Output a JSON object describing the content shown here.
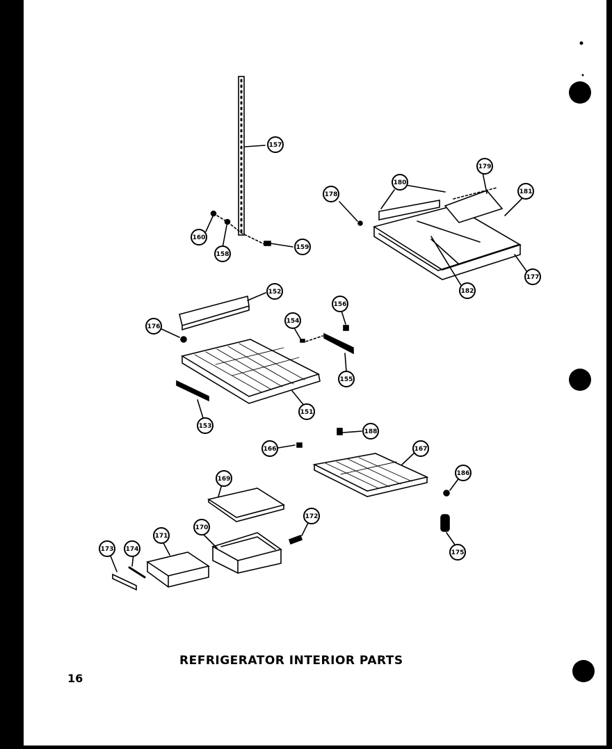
{
  "page": {
    "title": "REFRIGERATOR INTERIOR PARTS",
    "page_number": "16"
  },
  "callouts": [
    {
      "id": "c157",
      "label": "157"
    },
    {
      "id": "c178",
      "label": "178"
    },
    {
      "id": "c180",
      "label": "180"
    },
    {
      "id": "c179",
      "label": "179"
    },
    {
      "id": "c181",
      "label": "181"
    },
    {
      "id": "c177",
      "label": "177"
    },
    {
      "id": "c182",
      "label": "182"
    },
    {
      "id": "c160",
      "label": "160"
    },
    {
      "id": "c158",
      "label": "158"
    },
    {
      "id": "c159",
      "label": "159"
    },
    {
      "id": "c152",
      "label": "152"
    },
    {
      "id": "c176",
      "label": "176"
    },
    {
      "id": "c156",
      "label": "156"
    },
    {
      "id": "c154",
      "label": "154"
    },
    {
      "id": "c155",
      "label": "155"
    },
    {
      "id": "c151",
      "label": "151"
    },
    {
      "id": "c153",
      "label": "153"
    },
    {
      "id": "c188",
      "label": "188"
    },
    {
      "id": "c166",
      "label": "166"
    },
    {
      "id": "c167",
      "label": "167"
    },
    {
      "id": "c186",
      "label": "186"
    },
    {
      "id": "c169",
      "label": "169"
    },
    {
      "id": "c172",
      "label": "172"
    },
    {
      "id": "c171",
      "label": "171"
    },
    {
      "id": "c170",
      "label": "170"
    },
    {
      "id": "c173",
      "label": "173"
    },
    {
      "id": "c174",
      "label": "174"
    },
    {
      "id": "c175",
      "label": "175"
    }
  ]
}
